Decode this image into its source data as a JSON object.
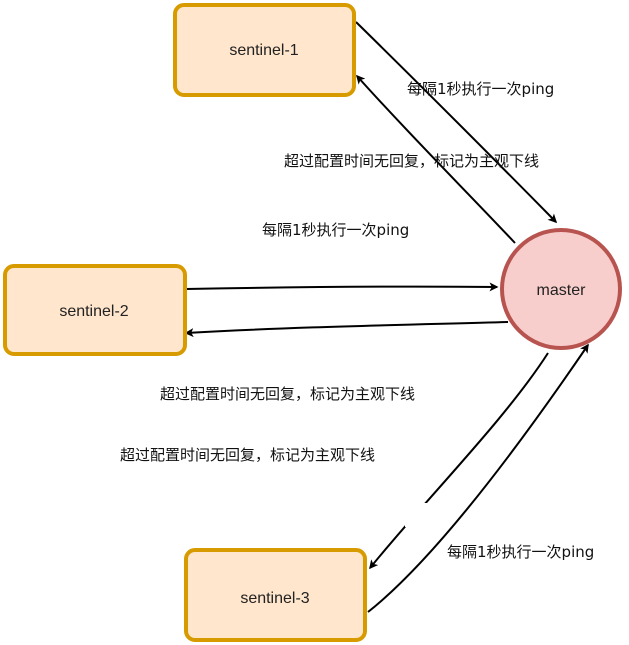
{
  "nodes": {
    "sentinel_1": {
      "label": "sentinel-1"
    },
    "sentinel_2": {
      "label": "sentinel-2"
    },
    "sentinel_3": {
      "label": "sentinel-3"
    },
    "master": {
      "label": "master"
    }
  },
  "edge_labels": {
    "s1_ping": "每隔1秒执行一次ping",
    "s1_down": "超过配置时间无回复，标记为主观下线",
    "s2_ping": "每隔1秒执行一次ping",
    "s2_down": "超过配置时间无回复，标记为主观下线",
    "s3_down": "超过配置时间无回复，标记为主观下线",
    "s3_ping": "每隔1秒执行一次ping"
  },
  "colors": {
    "sentinel_fill": "#ffe6cc",
    "sentinel_stroke": "#d79b00",
    "master_fill": "#f8cecc",
    "master_stroke": "#b85450",
    "edge": "#000000"
  }
}
